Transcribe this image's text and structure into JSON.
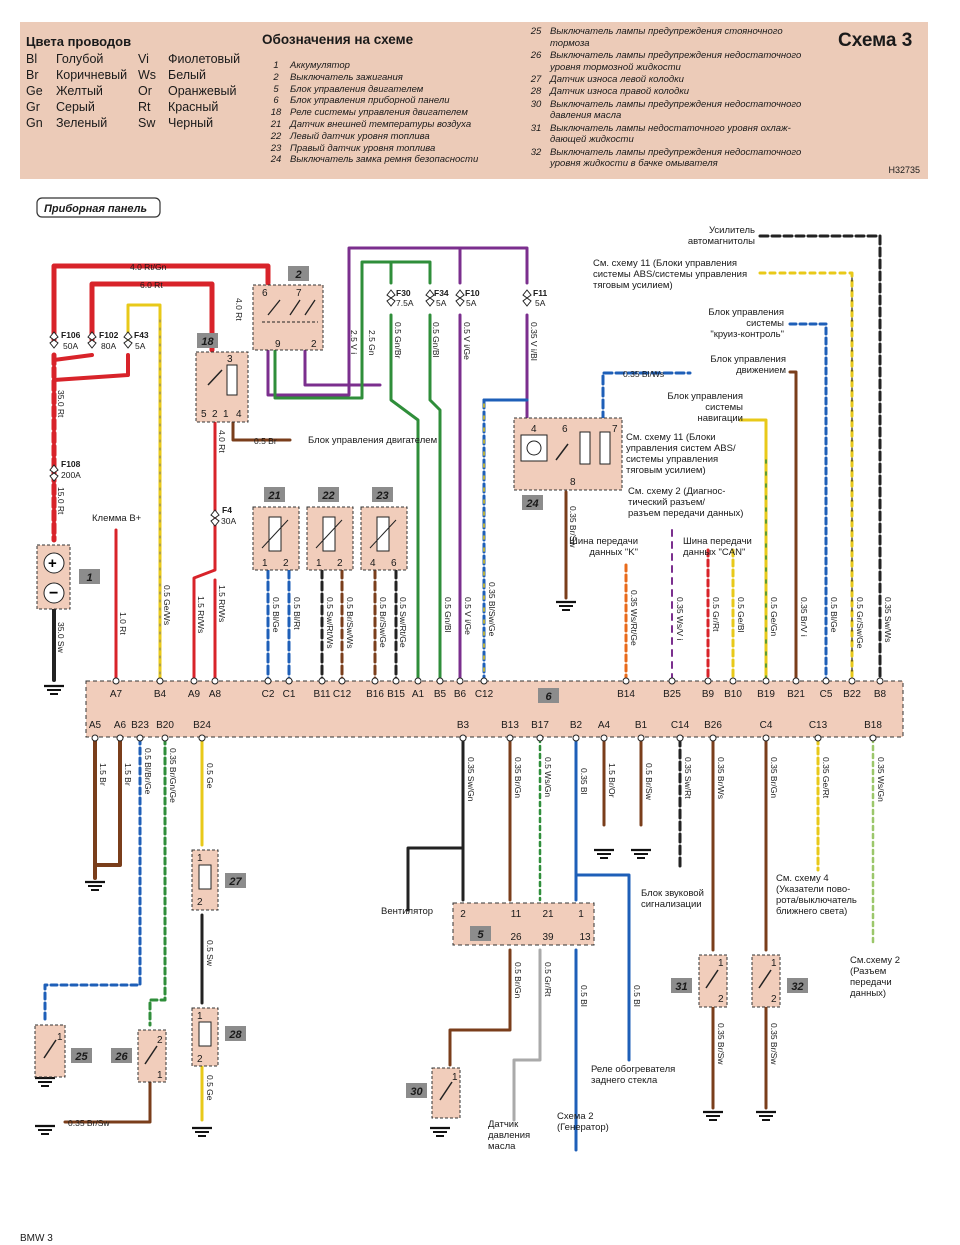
{
  "header": {
    "colors_title": "Цвета проводов",
    "colors": [
      {
        "code": "Bl",
        "name": "Голубой"
      },
      {
        "code": "Br",
        "name": "Коричневый"
      },
      {
        "code": "Ge",
        "name": "Желтый"
      },
      {
        "code": "Gr",
        "name": "Серый"
      },
      {
        "code": "Gn",
        "name": "Зеленый"
      },
      {
        "code": "Vi",
        "name": "Фиолетовый"
      },
      {
        "code": "Ws",
        "name": "Белый"
      },
      {
        "code": "Or",
        "name": "Оранжевый"
      },
      {
        "code": "Rt",
        "name": "Красный"
      },
      {
        "code": "Sw",
        "name": "Черный"
      }
    ],
    "legend_title": "Обозначения на схеме",
    "legend_items": [
      {
        "num": "1",
        "text": "Аккумулятор"
      },
      {
        "num": "2",
        "text": "Выключатель зажигания"
      },
      {
        "num": "5",
        "text": "Блок управления двигателем"
      },
      {
        "num": "6",
        "text": "Блок управления приборной панели"
      },
      {
        "num": "18",
        "text": "Реле системы управления двигателем"
      },
      {
        "num": "21",
        "text": "Датчик внешней температуры воздуха"
      },
      {
        "num": "22",
        "text": "Левый датчик уровня топлива"
      },
      {
        "num": "23",
        "text": "Правый датчик уровня топлива"
      },
      {
        "num": "24",
        "text": "Выключатель замка ремня безопасности"
      },
      {
        "num": "25",
        "text": "Выключатель лампы предупреждения стояночного",
        "cont": "тормоза"
      },
      {
        "num": "26",
        "text": "Выключатель лампы предупреждения недостаточного",
        "cont": "уровня тормозной жидкости"
      },
      {
        "num": "27",
        "text": "Датчик износа левой колодки"
      },
      {
        "num": "28",
        "text": "Датчик износа правой колодки"
      },
      {
        "num": "30",
        "text": "Выключатель лампы предупреждения недостаточного",
        "cont": "давления масла"
      },
      {
        "num": "31",
        "text": "Выключатель лампы недостаточного уровня охлаж-",
        "cont": "дающей жидкости"
      },
      {
        "num": "32",
        "text": "Выключатель лампы предупреждения недостаточного",
        "cont": "уровня жидкости в бачке омывателя"
      }
    ],
    "schema_title": "Схема 3",
    "ref_code": "H32735"
  },
  "panel_label": "Приборная панель",
  "fuses": [
    {
      "id": "F106",
      "rating": "50A"
    },
    {
      "id": "F102",
      "rating": "80A"
    },
    {
      "id": "F43",
      "rating": "5A"
    },
    {
      "id": "F108",
      "rating": "200A"
    },
    {
      "id": "F4",
      "rating": "30A"
    },
    {
      "id": "F30",
      "rating": "7.5A"
    },
    {
      "id": "F34",
      "rating": "5A"
    },
    {
      "id": "F10",
      "rating": "5A"
    },
    {
      "id": "F11",
      "rating": "5A"
    }
  ],
  "components": [
    "1",
    "2",
    "5",
    "6",
    "18",
    "21",
    "22",
    "23",
    "24",
    "25",
    "26",
    "27",
    "28",
    "30",
    "31",
    "32"
  ],
  "top_wire_labels": {
    "w40rtgn": "4.0 Rt/Gn",
    "w60rt": "6.0 Rt",
    "w40rt_a": "4.0 Rt",
    "w40rt_b": "4.0 Rt",
    "w350rt": "35.0 Rt",
    "w150rt": "15.0 Rt",
    "w350sw": "35.0 Sw",
    "w10rt": "1.0 Rt",
    "w05gews": "0.5 Ge/Ws",
    "w15rtws_a": "1.5 Rt/Ws",
    "w15rtws_b": "1.5 Rt/Ws",
    "w05br18": "0.5 Br",
    "w25vi": "2.5 V i",
    "w25gn": "2.5 Gn",
    "w05gnbr": "0.5 Gn/Br",
    "w05gnbl": "0.5 Gn/Bl",
    "w05vige": "0.5 V i/Ge",
    "w035vibl": "0.35 V i/Bl",
    "w035blws": "0.35 Bl/Ws",
    "w035brsw": "0.35 Br/Sw",
    "w05blge": "0.5 Bl/Ge",
    "w05blrt": "0.5 Bl/Rt",
    "w05swrtws": "0.5 Sw/Rt/Ws",
    "w05brswws": "0.5 Br/Sw/Ws",
    "w05brswge": "0.5 Br/Sw/Ge",
    "w05swrtge": "0.5 Sw/Rt/Ge",
    "w05gnbl2": "0.5 Gn/Bl",
    "w05vige2": "0.5 V i/Ge",
    "w035blswge": "0.35 Bl/Sw/Ge",
    "w035wsrtge": "0.35 Ws/Rt/Ge",
    "w035wsvi": "0.35 Ws/V i",
    "w05grrt": "0.5 Gr/Rt",
    "w05gebl": "0.5 Ge/Bl",
    "w05gegn": "0.5 Ge/Gn",
    "w035brvi": "0.35 Br/V i",
    "w05blge2": "0.5 Bl/Ge",
    "w05grswge": "0.5 Gr/Sw/Ge",
    "w035swws": "0.35 Sw/Ws"
  },
  "top_pins": [
    "A7",
    "B4",
    "A9",
    "A8",
    "C2",
    "C1",
    "B11",
    "C12",
    "B16",
    "B15",
    "A1",
    "B5",
    "B6",
    "C12",
    "B14",
    "B25",
    "B9",
    "B10",
    "B19",
    "B21",
    "C5",
    "B22",
    "B8"
  ],
  "bottom_pins": [
    "A5",
    "A6",
    "B23",
    "B20",
    "B24",
    "B3",
    "B13",
    "B17",
    "B2",
    "A4",
    "B1",
    "C14",
    "B26",
    "C4",
    "C13",
    "B18"
  ],
  "bottom_wire_labels": {
    "a5": "1.5 Br",
    "a6": "1.5 Br",
    "b23": "0.5 Bl/Br/Ge",
    "b20": "0.35 Br/Gn/Ge",
    "b24": "0.5 Ge",
    "b3": "0.35 Sw/Gn",
    "b13": "0.35 Br/Gn",
    "b17": "0.5 Ws/Gn",
    "b2": "0.35 Bl",
    "a4": "1.5 Br/Or",
    "b1": "0.5 Br/Sw",
    "c14": "0.35 Sw/Rt",
    "b26": "0.35 Br/Ws",
    "c4": "0.35 Br/Gn",
    "c13": "0.35 Ge/Rt",
    "b18": "0.35 Ws/Gn",
    "w27_28": "0.5 Sw",
    "w28_gnd": "0.5 Ge",
    "w25gnd": "0.35 Br/Sw",
    "w5_30": "0.5 Br/Gn",
    "w5_26": "0.5 Gr/Rt",
    "w5_13": "0.5 Bl",
    "w5_bl": "0.5 Bl",
    "w31": "0.35 Br/Sw",
    "w32": "0.35 Br/Sw"
  },
  "connector_5_pins": [
    "2",
    "11",
    "21",
    "1",
    "26",
    "39",
    "13"
  ],
  "relay_pins": {
    "r18": [
      "5",
      "2",
      "1",
      "3",
      "4"
    ],
    "r2": [
      "6",
      "7",
      "9",
      "2"
    ],
    "r24": [
      "4",
      "6",
      "7",
      "8"
    ]
  },
  "sensor_pins": {
    "s21": [
      "1",
      "2"
    ],
    "s22": [
      "1",
      "2"
    ],
    "s23": [
      "4",
      "6"
    ],
    "s25": [
      "1"
    ],
    "s26": [
      "2",
      "1"
    ],
    "s27": [
      "1",
      "2"
    ],
    "s28": [
      "1",
      "2"
    ],
    "s30": [
      "1"
    ],
    "s31": [
      "1",
      "2"
    ],
    "s32": [
      "1",
      "2"
    ]
  },
  "annotations": {
    "klemma": "Клемма B+",
    "eng_unit": "Блок управления двигателем",
    "amp": [
      "Усилитель",
      "автомагнитолы"
    ],
    "abs1": [
      "См. схему 11 (Блоки управления",
      "системы ABS/системы управления",
      "тяговым усилием)"
    ],
    "cruise": [
      "Блок управления",
      "системы",
      "\"круиз-контроль\""
    ],
    "motion": [
      "Блок управления",
      "движением"
    ],
    "nav": [
      "Блок управления",
      "системы",
      "навигации"
    ],
    "abs2": [
      "См. схему 11 (Блоки",
      "управления систем ABS/",
      "системы управления",
      "тяговым усилием)"
    ],
    "diag": [
      "См. схему 2 (Диагнос-",
      "тический разъем/",
      "разъем передачи данных)"
    ],
    "kbus": [
      "Шина передачи",
      "данных \"K\""
    ],
    "can": [
      "Шина передачи",
      "данных \"CAN\""
    ],
    "fan": "Вентилятор",
    "alarm": [
      "Блок звуковой",
      "сигнализации"
    ],
    "turn": [
      "См. схему 4",
      "(Указатели пово-",
      "рота/выключатель",
      "ближнего света)"
    ],
    "data2": [
      "См.схему 2",
      "(Разъем",
      "передачи",
      "данных)"
    ],
    "rear_heat": [
      "Реле обогревателя",
      "заднего стекла"
    ],
    "oil": [
      "Датчик",
      "давления",
      "масла"
    ],
    "gen": [
      "Схема 2",
      "(Генератор)"
    ]
  },
  "footer": "BMW 3",
  "colors": {
    "header_bg": "#eccbb8",
    "box_fill": "#f1cdbb",
    "badge": "#8c8c8c"
  }
}
